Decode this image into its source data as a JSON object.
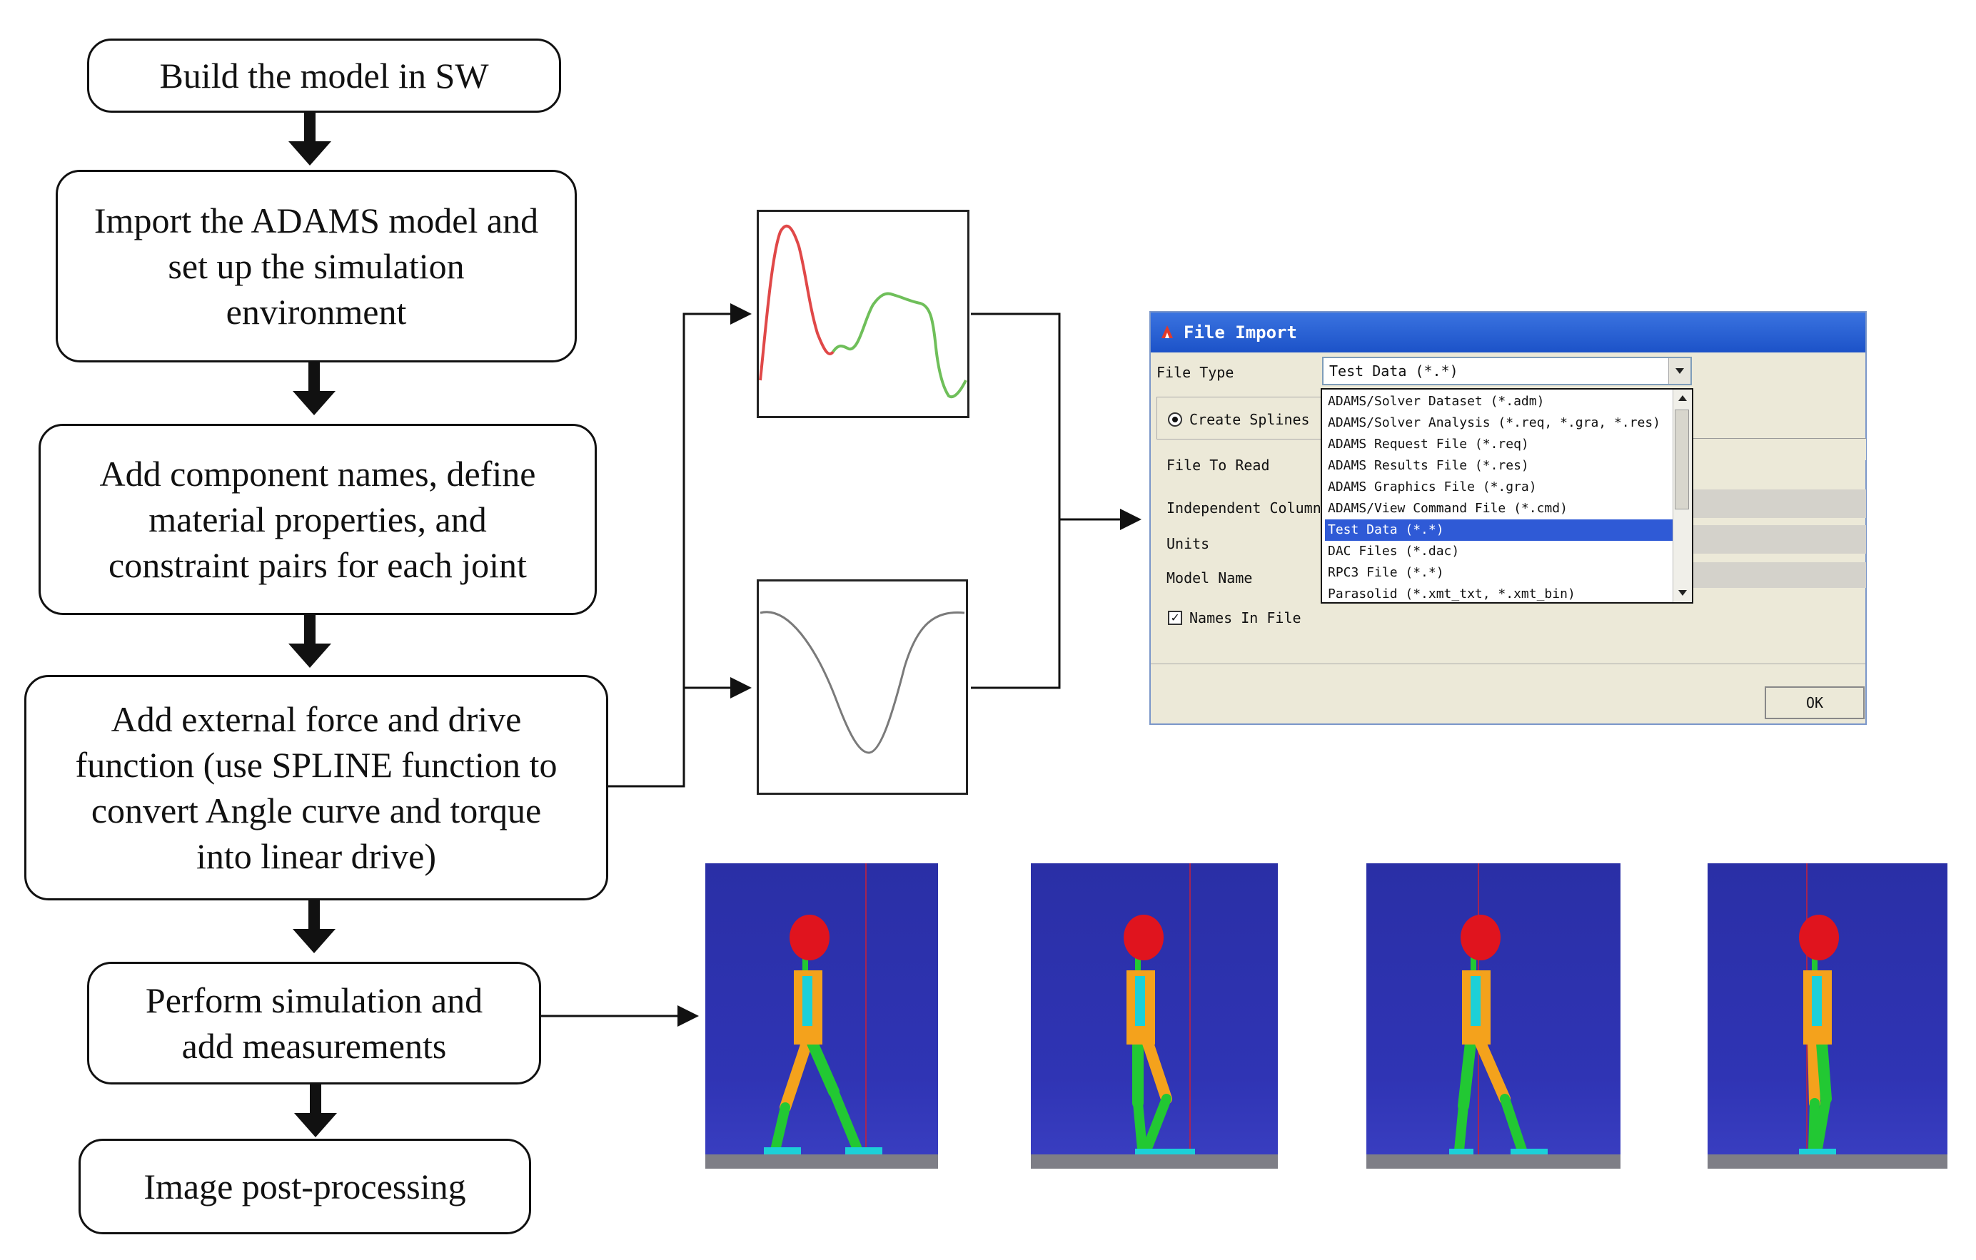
{
  "flowchart": {
    "steps": [
      {
        "id": "build-model",
        "text": "Build the model in SW"
      },
      {
        "id": "import-adams",
        "text": "Import the ADAMS model and\nset up the simulation\nenvironment"
      },
      {
        "id": "add-components",
        "text": "Add component names, define\nmaterial properties, and\nconstraint pairs for each joint"
      },
      {
        "id": "add-force",
        "text": "Add external force and drive\nfunction (use SPLINE function to\nconvert Angle curve and torque\ninto linear drive)"
      },
      {
        "id": "perform-simulation",
        "text": "Perform simulation and\nadd measurements"
      },
      {
        "id": "post-processing",
        "text": "Image post-processing"
      }
    ]
  },
  "dialog": {
    "title": "File Import",
    "file_type_label": "File Type",
    "file_type_value": "Test Data (*.*)",
    "create_splines_label": "Create Splines",
    "file_to_read_label": "File To Read",
    "independent_column_label": "Independent Column",
    "units_label": "Units",
    "model_name_label": "Model Name",
    "names_in_file_label": "Names In File",
    "ok_label": "OK",
    "options": [
      "ADAMS/Solver Dataset (*.adm)",
      "ADAMS/Solver Analysis (*.req, *.gra, *.res)",
      "ADAMS Request File (*.req)",
      "ADAMS Results File (*.res)",
      "ADAMS Graphics File (*.gra)",
      "ADAMS/View Command File (*.cmd)",
      "Test Data (*.*)",
      "DAC Files (*.dac)",
      "RPC3 File (*.*)",
      "Parasolid (*.xmt_txt, *.xmt_bin)"
    ],
    "selected_option_index": 6
  },
  "colors": {
    "curve_red": "#e04848",
    "curve_green": "#6fbf5a",
    "curve_gray": "#7a7a7a",
    "sim_background": "#2f34b4",
    "head": "#e0141e",
    "torso": "#f4a21c",
    "limb_green": "#22c833",
    "accent_cyan": "#1cd0d8",
    "dialog_title": "#1c52c8",
    "selection": "#2f5ad6"
  }
}
